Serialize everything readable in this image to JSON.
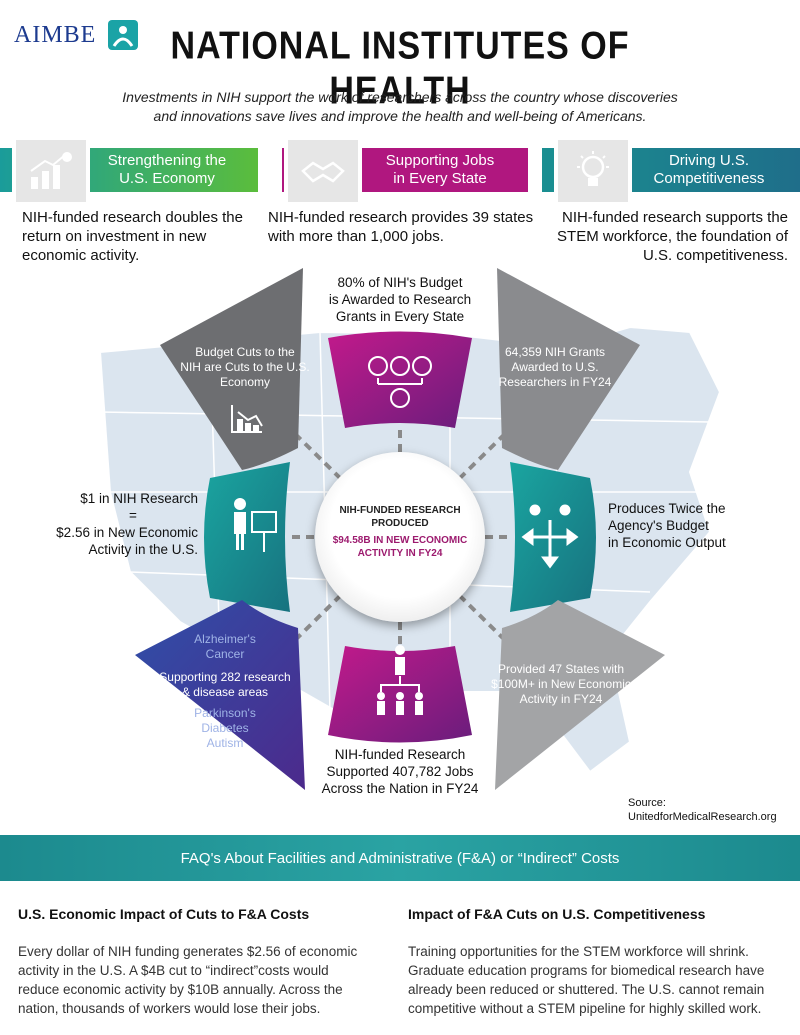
{
  "logo": {
    "text": "AIMBE"
  },
  "title": "NATIONAL INSTITUTES OF HEALTH",
  "subtitle_line1": "Investments in NIH support the work of researchers across the country whose discoveries",
  "subtitle_line2": "and innovations save lives and improve the health and well-being of Americans.",
  "pillars": [
    {
      "title_line1": "Strengthening the",
      "title_line2": "U.S. Economy",
      "icon": "growth-chart-icon",
      "color": "#4cb74a",
      "desc": [
        "NIH-funded research doubles the",
        "return on investment in new",
        "economic activity."
      ]
    },
    {
      "title_line1": "Supporting Jobs",
      "title_line2": "in Every State",
      "icon": "handshake-icon",
      "color": "#b0177f",
      "desc": [
        "NIH-funded research provides 39 states",
        "with more than 1,000 jobs."
      ]
    },
    {
      "title_line1": "Driving U.S.",
      "title_line2": "Competitiveness",
      "icon": "lightbulb-icon",
      "color": "#1f8c8f",
      "desc": [
        "NIH-funded research supports the",
        "STEM workforce, the foundation of",
        "U.S. competitiveness."
      ]
    }
  ],
  "wheel": {
    "top_text": [
      "80% of NIH's Budget",
      "is Awarded to Research",
      "Grants in Every State"
    ],
    "budget_cuts": [
      "Budget Cuts to the",
      "NIH are Cuts to the U.S.",
      "Economy"
    ],
    "grants": [
      "64,359 NIH Grants",
      "Awarded to U.S.",
      "Researchers in FY24"
    ],
    "left_text": [
      "$1 in NIH Research",
      "=",
      "$2.56 in New Economic",
      "Activity in the U.S."
    ],
    "right_text": [
      "Produces Twice the",
      "Agency's Budget",
      "in Economic Output"
    ],
    "disease_top": [
      "Alzheimer's",
      "Cancer"
    ],
    "disease_mid": [
      "Supporting 282 research",
      "& disease areas"
    ],
    "disease_bottom": [
      "Parkinson's",
      "Diabetes",
      "Autism"
    ],
    "states": [
      "Provided 47 States with",
      "$100M+ in New Economic",
      "Activity in FY24"
    ],
    "bottom_text": [
      "NIH-funded Research",
      "Supported 407,782 Jobs",
      "Across the Nation in FY24"
    ],
    "center_line1": "NIH-FUNDED RESEARCH",
    "center_line2": "PRODUCED",
    "center_line3": "$94.58B IN NEW ECONOMIC",
    "center_line4": "ACTIVITY IN FY24"
  },
  "source": {
    "label": "Source:",
    "value": "UnitedforMedicalResearch.org"
  },
  "faq_title": "FAQ's About Facilities and Administrative (F&A) or “Indirect” Costs",
  "columns": [
    {
      "heading": "U.S. Economic Impact of Cuts to F&A Costs",
      "lines": [
        "Every dollar of NIH funding generates $2.56 of economic",
        "activity in the U.S. A $4B cut to “indirect”costs would",
        "reduce economic activity by $10B annually. Across the",
        "nation, thousands of workers would lose their jobs."
      ]
    },
    {
      "heading": "Impact of F&A Cuts on U.S. Competitiveness",
      "lines": [
        "Training opportunities for the STEM workforce will shrink.",
        "Graduate education programs for biomedical research have",
        "already been reduced or shuttered. The U.S. cannot remain",
        "competitive without a STEM pipeline for highly skilled work."
      ]
    }
  ]
}
